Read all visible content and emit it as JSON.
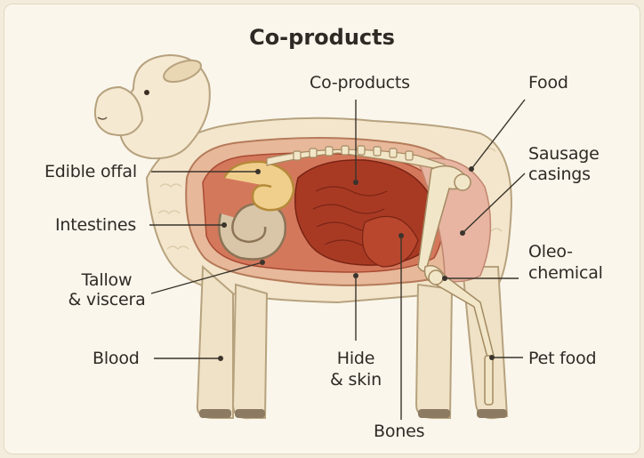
{
  "title": "Co-products",
  "labels": {
    "co_products": "Co-products",
    "food": "Food",
    "sausage_casings_1": "Sausage",
    "sausage_casings_2": "casings",
    "edible_offal": "Edible offal",
    "intestines": "Intestines",
    "tallow_viscera_1": "Tallow",
    "tallow_viscera_2": "& viscera",
    "oleochemical_1": "Oleo-",
    "oleochemical_2": "chemical",
    "blood": "Blood",
    "hide_skin_1": "Hide",
    "hide_skin_2": "& skin",
    "pet_food": "Pet food",
    "bones": "Bones"
  }
}
